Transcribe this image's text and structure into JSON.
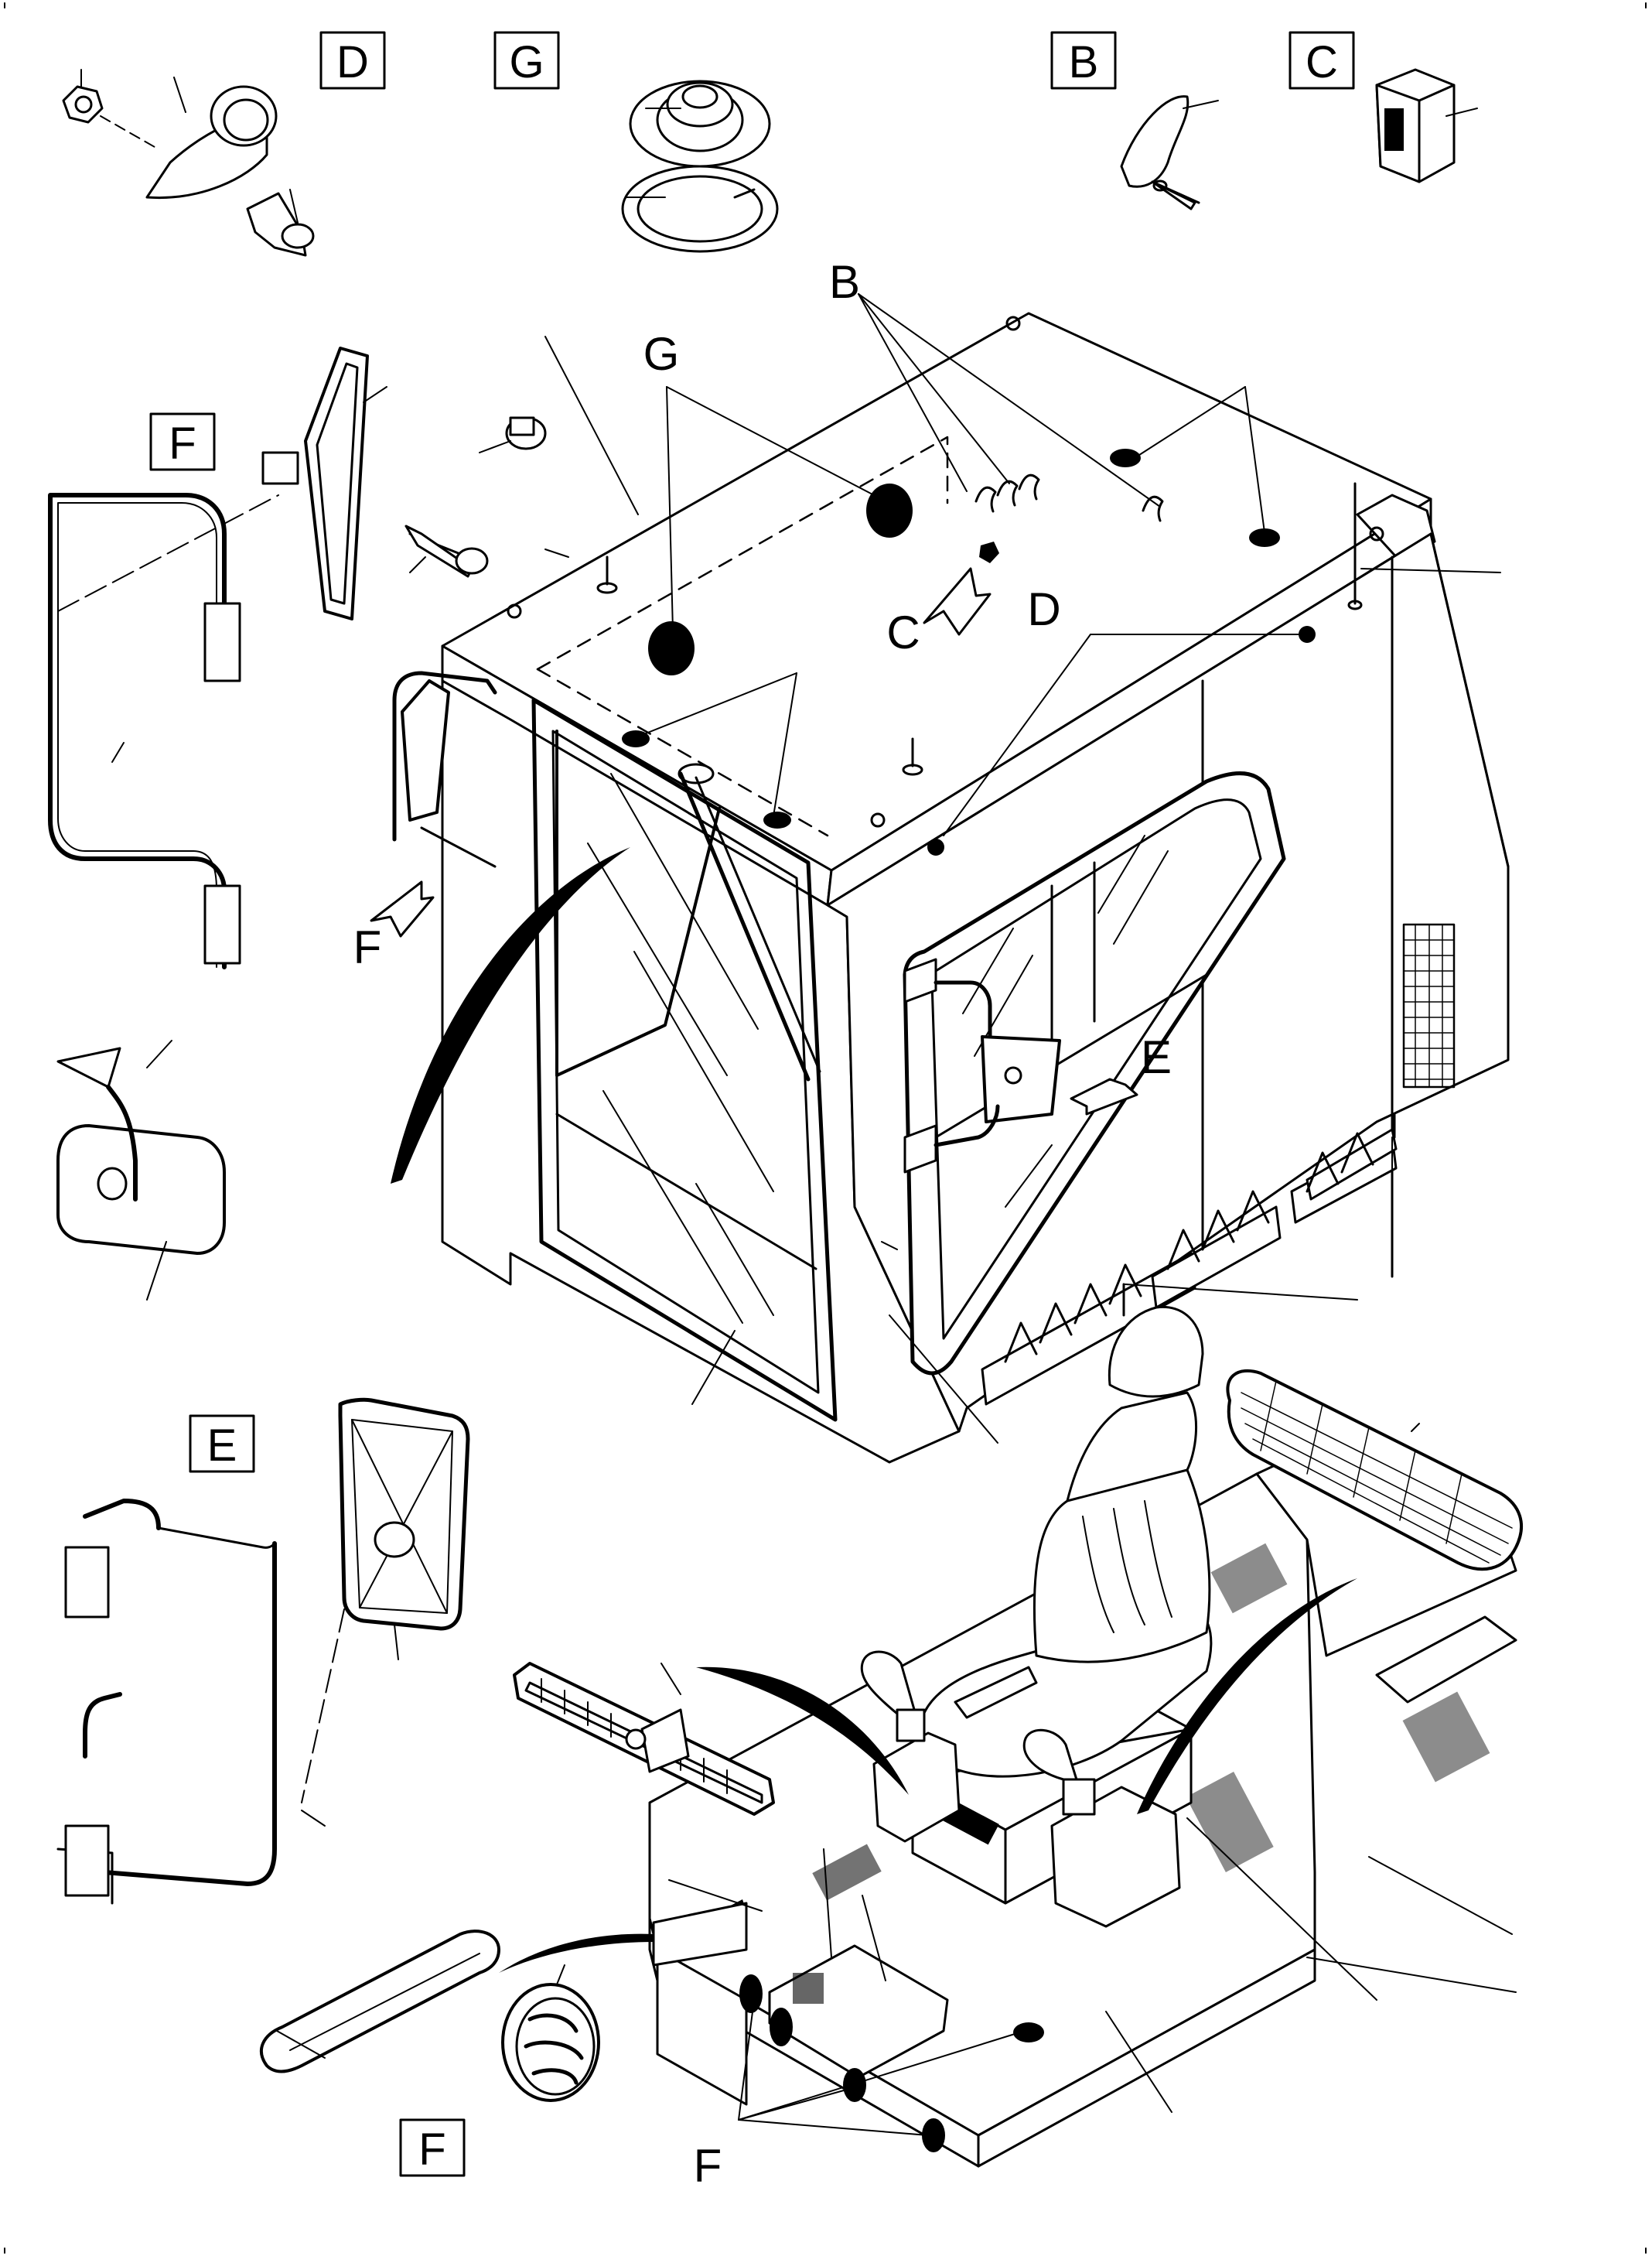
{
  "diagram": {
    "callouts": {
      "detail_d": "D",
      "detail_g": "G",
      "detail_b": "B",
      "detail_c": "C",
      "detail_f_top": "F",
      "detail_e": "E",
      "detail_f_bottom": "F",
      "roof_g": "G",
      "roof_b": "B",
      "roof_c": "C",
      "roof_d": "D",
      "left_f": "F",
      "right_e": "E",
      "floor_f": "F"
    }
  }
}
